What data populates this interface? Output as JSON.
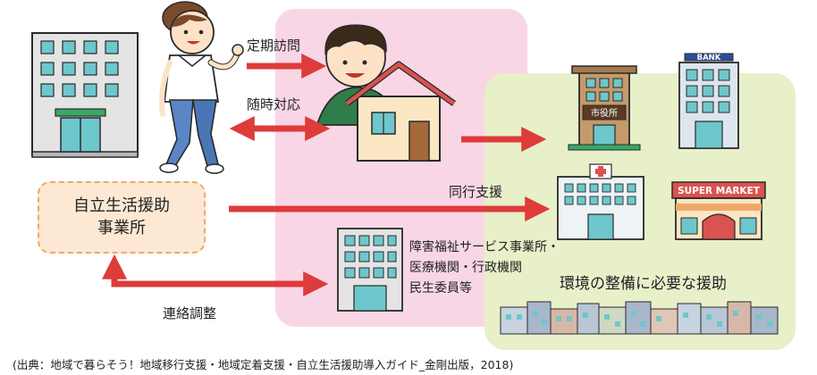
{
  "diagram": {
    "arrows": {
      "regular_visit": "定期訪問",
      "on_demand": "随時対応",
      "accompany": "同行支援",
      "coordination": "連絡調整"
    },
    "office": {
      "line1": "自立生活援助",
      "line2": "事業所"
    },
    "partners": [
      "障害福祉サービス事業所・",
      "医療機関・行政機関",
      "民生委員等"
    ],
    "environment_label": "環境の整備に必要な援助",
    "signs": {
      "city_office": "市役所",
      "bank": "BANK",
      "supermarket": "SUPER MARKET"
    }
  },
  "source": "(出典：地域で暮らそう！地域移行支援・地域定着支援・自立生活援助導入ガイド_金剛出版，2018)",
  "colors": {
    "pink_zone": "#f9d6e5",
    "green_zone": "#e7f0c9",
    "arrow": "#de3b3b",
    "office_fill": "#fde9d3",
    "office_border": "#f0a868"
  }
}
